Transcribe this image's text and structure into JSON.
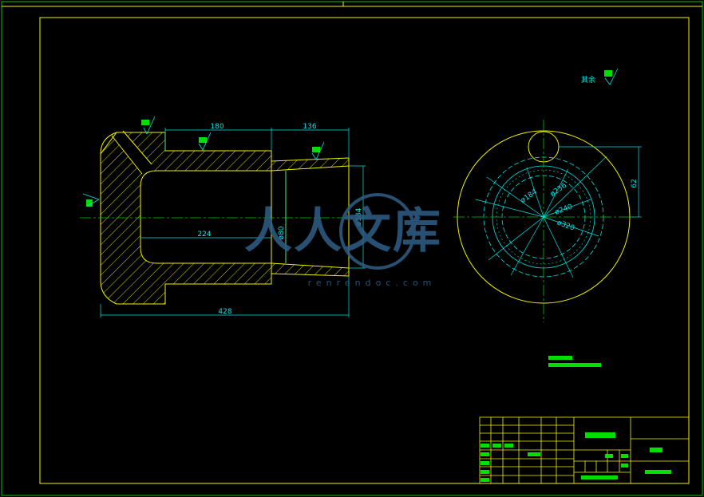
{
  "colors": {
    "background": "#000000",
    "outline": "#f2f200",
    "dimension": "#00e5e5",
    "center_line": "#00c800",
    "frame": "#f2f200",
    "frame_inner": "#00c800",
    "block_fill": "#00e000",
    "watermark": "#2f5f86"
  },
  "dimensions": {
    "top_left": "180",
    "top_right": "136",
    "bore_length": "224",
    "overall_length": "428",
    "dia_80": "ø80",
    "dia_184": "ø184",
    "hole_offset": "62",
    "dia_184_circle": "ø184",
    "dia_236": "ø236",
    "dia_240": "ø240",
    "dia_320": "ø320"
  },
  "notes": {
    "roughness_rest": "其余"
  },
  "watermark": {
    "chinese": "人人文库",
    "url": "renrendoc.com"
  }
}
